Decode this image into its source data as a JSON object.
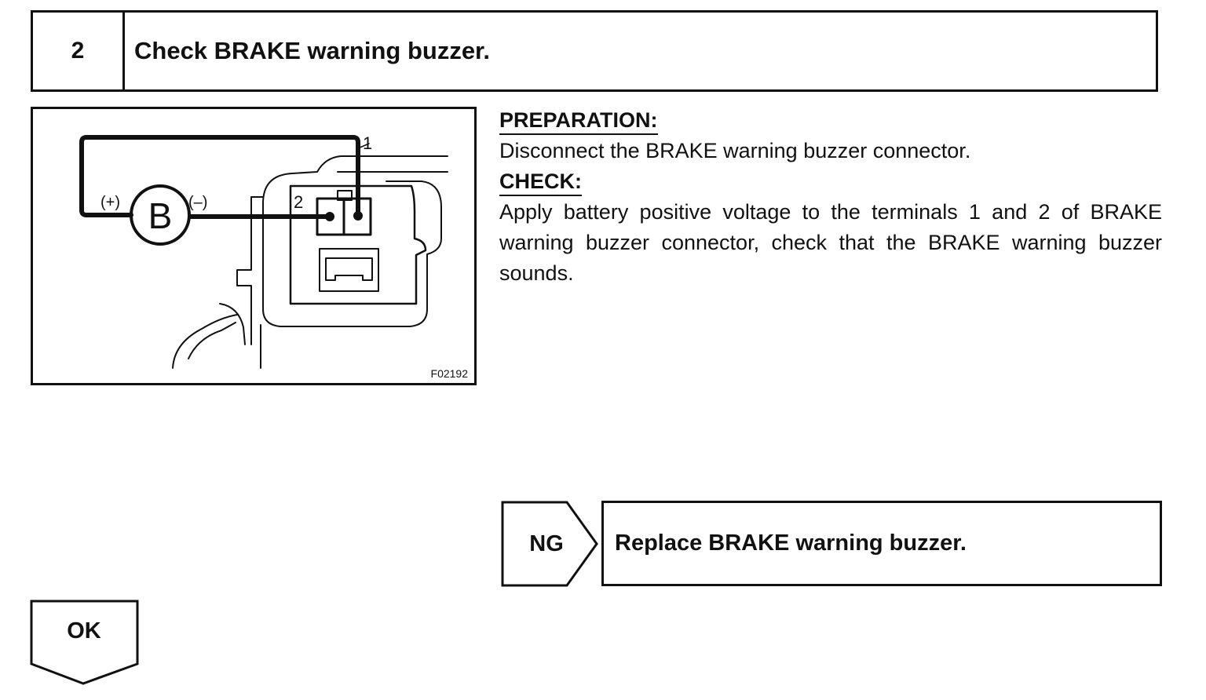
{
  "step": {
    "number": "2",
    "title": "Check BRAKE warning  buzzer."
  },
  "figure": {
    "code": "F02192",
    "buzzer_symbol": "B",
    "positive_label": "(+)",
    "negative_label": "(–)",
    "terminal_1": "1",
    "terminal_2": "2"
  },
  "preparation": {
    "heading": "PREPARATION:",
    "text": "Disconnect the BRAKE warning buzzer connector."
  },
  "check": {
    "heading": "CHECK:",
    "text": "Apply battery positive voltage to the terminals 1 and 2 of BRAKE warning buzzer connector, check that the BRAKE warning buzzer sounds."
  },
  "ng": {
    "label": "NG",
    "action": "Replace BRAKE warning buzzer."
  },
  "ok": {
    "label": "OK"
  }
}
